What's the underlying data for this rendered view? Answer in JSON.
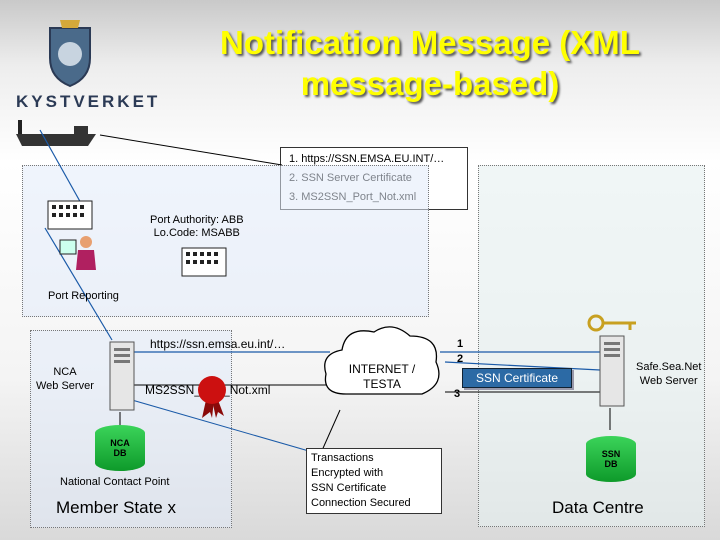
{
  "title": "Notification Message (XML message-based)",
  "logo": {
    "text": "KYSTVERKET"
  },
  "callout": {
    "line1": "1. https://SSN.EMSA.EU.INT/…",
    "line2": "2. SSN Server Certificate",
    "line3": "3. MS2SSN_Port_Not.xml"
  },
  "port_authority": {
    "line1": "Port Authority: ABB",
    "line2": "Lo.Code: MSABB"
  },
  "port_reporting": "Port Reporting",
  "https_label": "https://ssn.emsa.eu.int/…",
  "nca_web_server": {
    "line1": "NCA",
    "line2": "Web Server"
  },
  "ms2ssn_label": "MS2SSN_Port_Not.xml",
  "nca_db": {
    "line1": "NCA",
    "line2": "DB"
  },
  "national_contact_point": "National Contact Point",
  "member_state": "Member State x",
  "internet": {
    "line1": "INTERNET /",
    "line2": "TESTA"
  },
  "steps": {
    "one": "1",
    "two": "2",
    "three": "3"
  },
  "ssn_certificate": "SSN Certificate",
  "safesea_server": {
    "line1": "Safe.Sea.Net",
    "line2": "Web Server"
  },
  "ssn_db": {
    "line1": "SSN",
    "line2": "DB"
  },
  "data_centre": "Data Centre",
  "transactions": {
    "line1": "Transactions",
    "line2": "Encrypted with",
    "line3": "SSN Certificate",
    "line4": "Connection Secured"
  },
  "colors": {
    "title": "#ffff00",
    "db_green": "#1fb43f",
    "cert_fill": "#2c6aa5",
    "seal_red": "#cc1010"
  }
}
